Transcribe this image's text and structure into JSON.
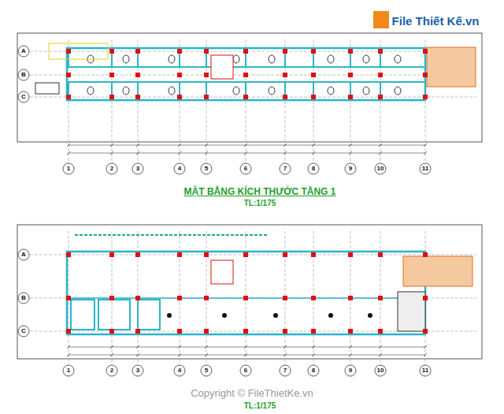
{
  "diagram": {
    "title": "MẶT BẰNG KÍCH THƯỚC TẦNG 1",
    "labels": [
      "A",
      "B",
      "C",
      "1",
      "2",
      "3",
      "4",
      "5",
      "6",
      "7",
      "8",
      "9",
      "10",
      "11",
      "A",
      "B",
      "C",
      "1",
      "2",
      "3",
      "4",
      "5",
      "6",
      "7",
      "8",
      "9",
      "10",
      "11",
      "TL:1/175",
      "TL:1/175",
      "File Thiết Kế.vn",
      "Copyright © FileThietKe.vn"
    ]
  }
}
